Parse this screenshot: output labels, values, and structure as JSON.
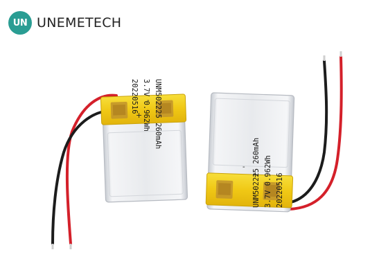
{
  "brand": {
    "badge_text": "UN",
    "name": "UNEMETECH",
    "badge_color": "#2a9d93"
  },
  "batteries": [
    {
      "model_line": "UNM502225 260mAh",
      "spec_line": "3.7V 0.962Wh",
      "date_line": "20220516",
      "plus_sign": "+",
      "minus_sign": "-"
    },
    {
      "model_line": "UNM502225 260mAh",
      "spec_line": "3.7V 0.962Wh",
      "date_line": "20220516",
      "plus_sign": "+",
      "minus_sign": "-"
    }
  ],
  "colors": {
    "wire_red": "#d4202a",
    "wire_black": "#1c1c1c",
    "tape_yellow": "#f4d21c",
    "cell_silver": "#e9ebee"
  }
}
